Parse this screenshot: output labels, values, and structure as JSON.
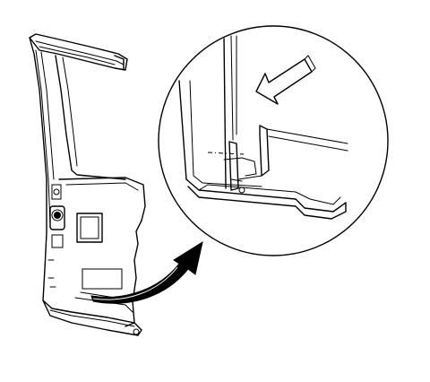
{
  "figure": {
    "kind": "service-manual line illustration",
    "parts": [
      "door-panel",
      "hinge",
      "detail-circle",
      "pointer-arrow",
      "callout-arrow"
    ],
    "colors": {
      "ink": "#000000",
      "paper": "#ffffff"
    }
  }
}
